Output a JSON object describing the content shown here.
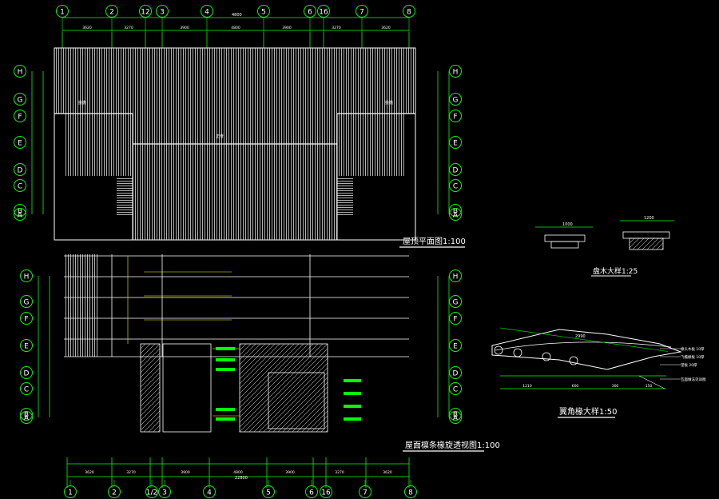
{
  "colors": {
    "background": "#000000",
    "linework": "#ffffff",
    "axis_bubble": "#00ff00",
    "dimension": "#00ff00",
    "annotation": "#ffff00",
    "accent": "#ff00ff"
  },
  "grid_columns_top": [
    "1",
    "2",
    "12",
    "3",
    "4",
    "5",
    "6",
    "16",
    "7",
    "8"
  ],
  "grid_columns_bottom": [
    "1",
    "2",
    "1/2",
    "3",
    "4",
    "5",
    "6",
    "16",
    "7",
    "8"
  ],
  "grid_rows_left_top": [
    "H",
    "G",
    "F",
    "E",
    "D",
    "C",
    "B",
    "A"
  ],
  "grid_rows_left_bottom": [
    "H",
    "G",
    "F",
    "E",
    "D",
    "C",
    "B",
    "A"
  ],
  "titles": {
    "roof_plan": "屋顶平面图1:100",
    "rafter_plan": "屋面檩条椽旋透视图1:100",
    "section_detail": "盘木大样1:25",
    "eave_detail": "翼角椽大样1:50"
  },
  "dimension_labels": {
    "top_overall": "4800",
    "top_spans": [
      "3620",
      "3270",
      "3900",
      "4800",
      "3900",
      "3270",
      "3620"
    ],
    "bottom_overall": "22800",
    "bottom_spans": [
      "3620",
      "3270",
      "3900",
      "4800",
      "3900",
      "3270",
      "3620"
    ],
    "eave_detail_span": "2990",
    "eave_detail_sub": [
      "1210",
      "600",
      "300",
      "150"
    ],
    "section_a": "1000",
    "section_b": "1200"
  },
  "eave_detail_notes": [
    "椽头木板 10厚",
    "飞檐椽板 10厚",
    "望板 20厚",
    "瓦面做法见详图"
  ],
  "roof_tags": {
    "left": "挑檐",
    "center": "正脊",
    "right": "挑檐"
  }
}
